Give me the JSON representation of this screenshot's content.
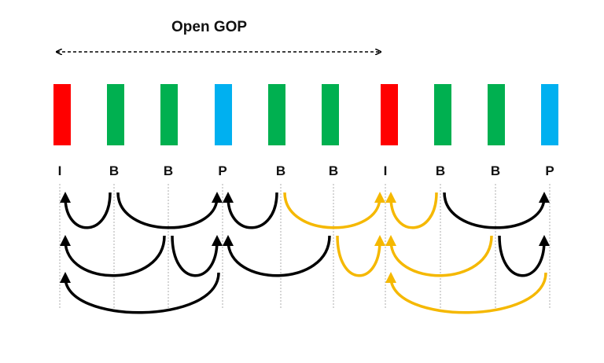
{
  "title": "Open GOP",
  "colors": {
    "I": "#ff0000",
    "B": "#00b050",
    "P": "#00b0f0",
    "ref_black": "#000000",
    "ref_gold": "#f5b800"
  },
  "frames": [
    {
      "type": "I"
    },
    {
      "type": "B"
    },
    {
      "type": "B"
    },
    {
      "type": "P"
    },
    {
      "type": "B"
    },
    {
      "type": "B"
    },
    {
      "type": "I"
    },
    {
      "type": "B"
    },
    {
      "type": "B"
    },
    {
      "type": "P"
    }
  ],
  "references": [
    {
      "from": 1,
      "to": 0,
      "row": 1,
      "color": "black"
    },
    {
      "from": 1,
      "to": 3,
      "row": 1,
      "color": "black"
    },
    {
      "from": 4,
      "to": 3,
      "row": 1,
      "color": "black"
    },
    {
      "from": 4,
      "to": 6,
      "row": 1,
      "color": "gold"
    },
    {
      "from": 7,
      "to": 6,
      "row": 1,
      "color": "gold"
    },
    {
      "from": 7,
      "to": 9,
      "row": 1,
      "color": "black"
    },
    {
      "from": 2,
      "to": 0,
      "row": 2,
      "color": "black"
    },
    {
      "from": 2,
      "to": 3,
      "row": 2,
      "color": "black"
    },
    {
      "from": 5,
      "to": 3,
      "row": 2,
      "color": "black"
    },
    {
      "from": 5,
      "to": 6,
      "row": 2,
      "color": "gold"
    },
    {
      "from": 8,
      "to": 6,
      "row": 2,
      "color": "gold"
    },
    {
      "from": 8,
      "to": 9,
      "row": 2,
      "color": "black"
    },
    {
      "from": 3,
      "to": 0,
      "row": 3,
      "color": "black"
    },
    {
      "from": 9,
      "to": 6,
      "row": 3,
      "color": "gold"
    }
  ]
}
